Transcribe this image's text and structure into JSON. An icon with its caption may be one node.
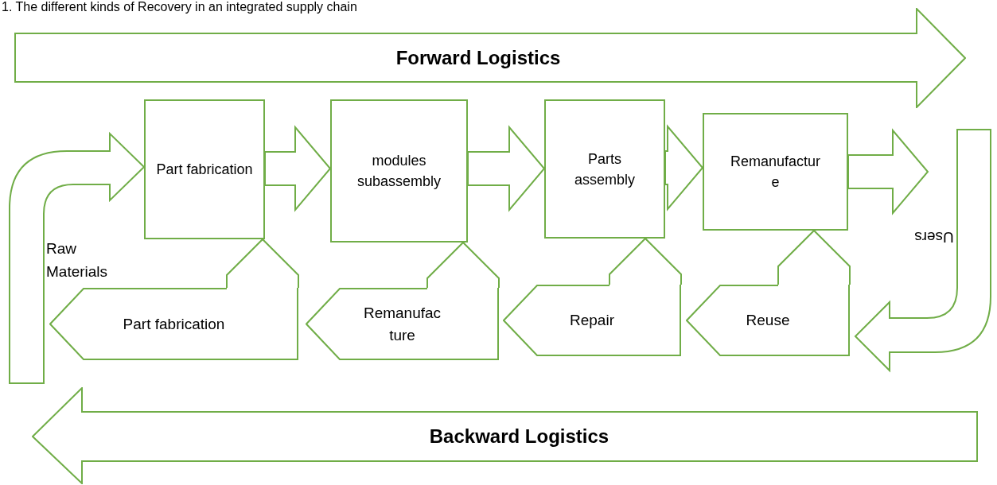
{
  "diagram": {
    "title": "1. The different kinds of Recovery in an integrated supply chain",
    "nodes": [
      {
        "text": [
          "Forward Logistics"
        ]
      },
      {
        "text": [
          "Raw Materials"
        ]
      },
      {
        "text": [
          "Part fabrication"
        ]
      },
      {
        "text": [
          "modules subassembly"
        ]
      },
      {
        "text": [
          "Parts assembly"
        ]
      },
      {
        "text": [
          "Remanufacture"
        ]
      },
      {
        "text": [
          "Users"
        ]
      },
      {
        "text": [
          "Part fabrication"
        ]
      },
      {
        "text": [
          "Remanufacture"
        ]
      },
      {
        "text": [
          "Repair"
        ]
      },
      {
        "text": [
          "Reuse"
        ]
      },
      {
        "text": [
          "Backward Logistics"
        ]
      }
    ],
    "edges": [
      {
        "from": 1,
        "to": 2,
        "arrow": "to"
      },
      {
        "from": 2,
        "to": 3,
        "arrow": "to"
      },
      {
        "from": 3,
        "to": 4,
        "arrow": "to"
      },
      {
        "from": 4,
        "to": 5,
        "arrow": "to"
      },
      {
        "from": 5,
        "to": 6,
        "arrow": "to"
      },
      {
        "from": 6,
        "to": 10,
        "arrow": "to"
      },
      {
        "from": 7,
        "to": 2,
        "arrow": "to"
      },
      {
        "from": 8,
        "to": 3,
        "arrow": "to"
      },
      {
        "from": 9,
        "to": 4,
        "arrow": "to"
      },
      {
        "from": 10,
        "to": 5,
        "arrow": "to"
      }
    ]
  }
}
